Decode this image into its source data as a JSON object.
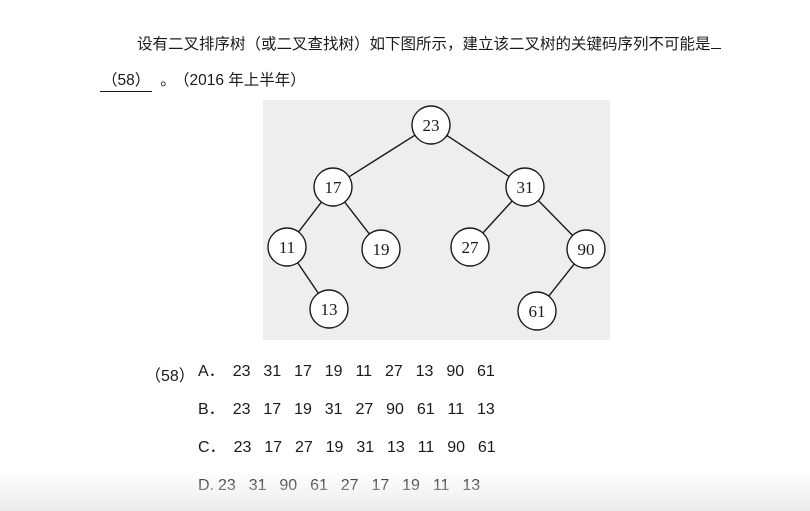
{
  "question": {
    "text": "设有二叉排序树（或二叉查找树）如下图所示，建立该二叉树的关键码序列不可能是",
    "number": "（58）",
    "period": "。",
    "source": "（2016 年上半年）"
  },
  "tree": {
    "nodes": [
      {
        "id": "n23",
        "label": "23"
      },
      {
        "id": "n17",
        "label": "17"
      },
      {
        "id": "n31",
        "label": "31"
      },
      {
        "id": "n11",
        "label": "11"
      },
      {
        "id": "n19",
        "label": "19"
      },
      {
        "id": "n27",
        "label": "27"
      },
      {
        "id": "n90",
        "label": "90"
      },
      {
        "id": "n13",
        "label": "13"
      },
      {
        "id": "n61",
        "label": "61"
      }
    ],
    "edges": [
      [
        "n23",
        "n17"
      ],
      [
        "n23",
        "n31"
      ],
      [
        "n17",
        "n11"
      ],
      [
        "n17",
        "n19"
      ],
      [
        "n31",
        "n27"
      ],
      [
        "n31",
        "n90"
      ],
      [
        "n11",
        "n13"
      ],
      [
        "n90",
        "n61"
      ]
    ]
  },
  "options": {
    "number": "（58）",
    "items": [
      {
        "letter": "A．",
        "text": "23  31  17  19  11  27  13  90  61"
      },
      {
        "letter": "B．",
        "text": "23  17  19  31  27  90  61  11  13"
      },
      {
        "letter": "C．",
        "text": "23  17  27  19  31  13  11  90  61"
      },
      {
        "letter": "D.",
        "text": "23  31  90  61  27  17  19  11  13"
      }
    ]
  }
}
